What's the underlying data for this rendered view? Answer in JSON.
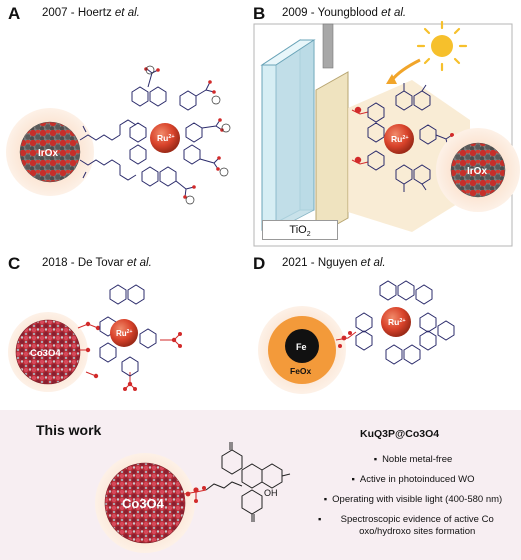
{
  "panels": [
    {
      "label": "A",
      "year": "2007",
      "author": "Hoertz",
      "etal": "et al."
    },
    {
      "label": "B",
      "year": "2009",
      "author": "Youngblood",
      "etal": "et al."
    },
    {
      "label": "C",
      "year": "2018",
      "author": "De Tovar",
      "etal": "et al."
    },
    {
      "label": "D",
      "year": "2021",
      "author": "Nguyen",
      "etal": "et al."
    }
  ],
  "labels": {
    "irox_a": "IrOx",
    "irox_b": "IrOx",
    "ru": "Ru",
    "ru_charge": "2+",
    "tio2": "TiO",
    "tio2_sub": "2",
    "co3o4_c": "Co3O4",
    "fe": "Fe",
    "feox": "FeOx",
    "co3o4_work": "Co3O4",
    "oh": "OH"
  },
  "this_work": {
    "title": "This work",
    "compound": "KuQ3P@Co3O4",
    "bullets": [
      "Noble metal-free",
      "Active in photoinduced WO",
      "Operating with visible light (400-580 nm)",
      "Spectroscopic evidence of active Co oxo/hydroxo sites formation"
    ]
  },
  "colors": {
    "ru_ball": "#d9432b",
    "oxide_red": "#c0332b",
    "oxide_grey": "#6b6b6b",
    "phosphonate": "#d22a2a",
    "feox_orange": "#f39a3a",
    "halo": "#fbe2cf",
    "sun": "#f6c02c",
    "panel_bg": "#f7eef2"
  }
}
